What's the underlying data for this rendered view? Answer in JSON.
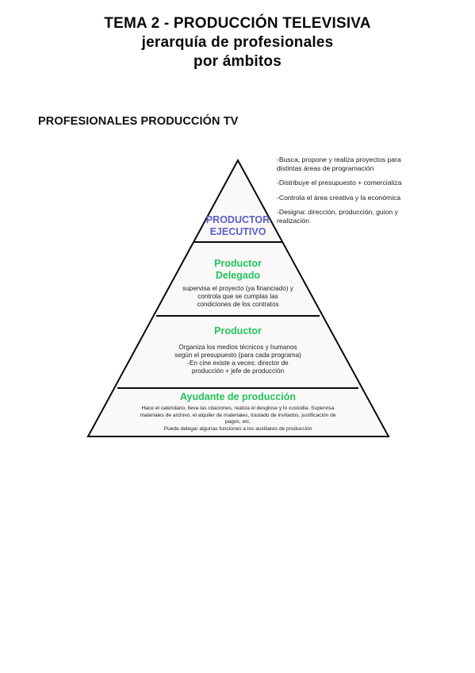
{
  "header": {
    "line1": "TEMA 2 - PRODUCCIÓN TELEVISIVA",
    "line2": "jerarquía de profesionales",
    "line3": "por ámbitos"
  },
  "section": {
    "heading": "PROFESIONALES PRODUCCIÓN TV"
  },
  "colors": {
    "executive": "#5b5fc7",
    "green": "#22c55e",
    "fill": "#faf8f8",
    "stroke": "#0a0a0a"
  },
  "pyramid": {
    "tiers": [
      {
        "title_lines": [
          "PRODUCTOR",
          "EJECUTIVO"
        ],
        "desc_lines": []
      },
      {
        "title_lines": [
          "Productor",
          "Delegado"
        ],
        "desc_lines": [
          "supervisa el proyecto (ya financiado) y",
          "controla que se cumplas las",
          "condiciones de los contratos"
        ]
      },
      {
        "title_lines": [
          "Productor"
        ],
        "desc_lines": [
          "Organiza los medios técnicos y humanos",
          "según el presupuesto (para cada programa)",
          "-En cine existe a veces: director de",
          "producción + jefe de producción"
        ]
      },
      {
        "title_lines": [
          "Ayudante de producción"
        ],
        "desc_lines": [
          "Hace el calendario, lleva las citaciones, realiza el desglose y lo custodia. Supervisa",
          "materiales de archivo, el alquiler de materiales, traslado de invitados, justificación de",
          "pagos, etc.",
          "Puede delegar algunas funciones a los auxiliares de producción"
        ]
      }
    ]
  },
  "side_notes": [
    {
      "lines": [
        "-Busca, propone y realiza proyectos para",
        "distintas áreas de programación"
      ]
    },
    {
      "lines": [
        "-Distribuye el presupuesto + comercializa"
      ]
    },
    {
      "lines": [
        "-Controla el área creativa y la económica"
      ]
    },
    {
      "lines": [
        "-Designa: dirección, producción, guion y",
        "realización"
      ]
    }
  ]
}
